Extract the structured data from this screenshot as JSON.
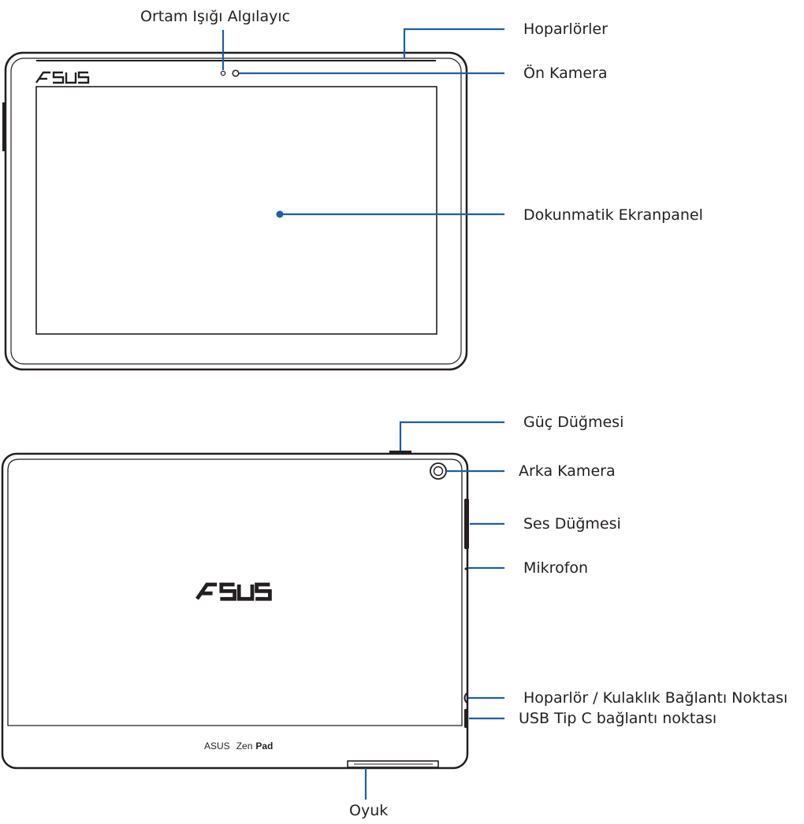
{
  "front_view": {
    "labels": {
      "ambient_light_sensor": "Ortam Işığı Algılayıc",
      "speakers": "Hoparlörler",
      "front_camera": "Ön Kamera",
      "touch_screen": "Dokunmatik Ekranpanel"
    }
  },
  "rear_view": {
    "labels": {
      "power_button": "Güç Düğmesi",
      "rear_camera": "Arka Kamera",
      "volume_button": "Ses Düğmesi",
      "microphone": "Mikrofon",
      "headphone_jack": "Hoparlör / Kulaklık Bağlantı Noktası",
      "usb_c_port": "USB Tip C bağlantı noktası",
      "slot": "Oyuk"
    },
    "branding": {
      "brand": "ASUS",
      "model_light": "Zen",
      "model_bold": "Pad"
    }
  },
  "colors": {
    "callout": "#1f5fa0",
    "device_outline": "#231f20",
    "text": "#231f20"
  }
}
